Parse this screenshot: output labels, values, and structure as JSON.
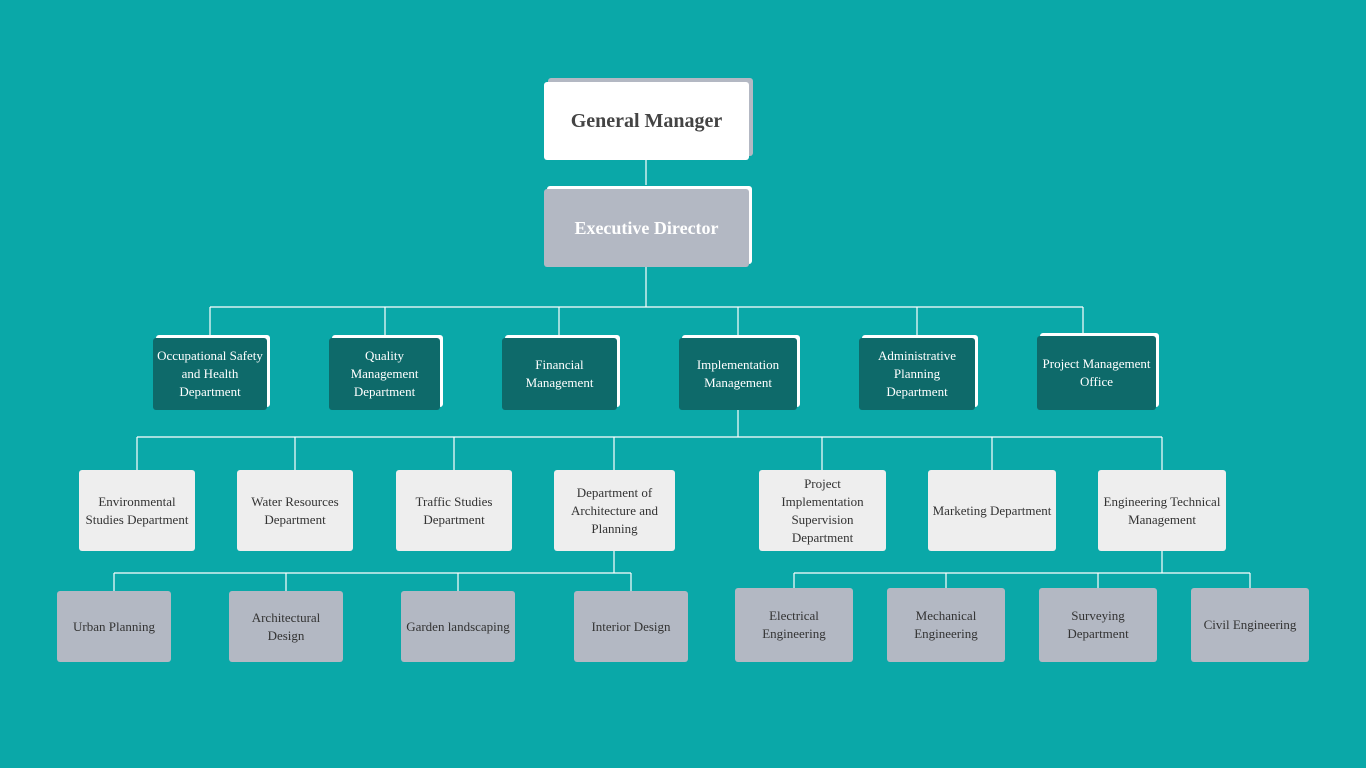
{
  "chart": {
    "general_manager": "General Manager",
    "executive_director": "Executive Director",
    "departments": [
      "Occupational Safety and Health Department",
      "Quality Management Department",
      "Financial Management",
      "Implementation Management",
      "Administrative Planning Department",
      "Project Management Office"
    ],
    "implementation_units": [
      "Environmental Studies Department",
      "Water Resources Department",
      "Traffic Studies Department",
      "Department of Architecture and Planning",
      "Project Implementation Supervision Department",
      "Marketing Department",
      "Engineering Technical Management"
    ],
    "architecture_units": [
      "Urban Planning",
      "Architectural Design",
      "Garden landscaping",
      "Interior Design"
    ],
    "engineering_units": [
      "Electrical Engineering",
      "Mechanical Engineering",
      "Surveying Department",
      "Civil Engineering"
    ]
  },
  "colors": {
    "background": "#0aa8a8",
    "department": "#0e6a6a",
    "unit": "#eeeeee",
    "subunit": "#b3b8c3"
  }
}
